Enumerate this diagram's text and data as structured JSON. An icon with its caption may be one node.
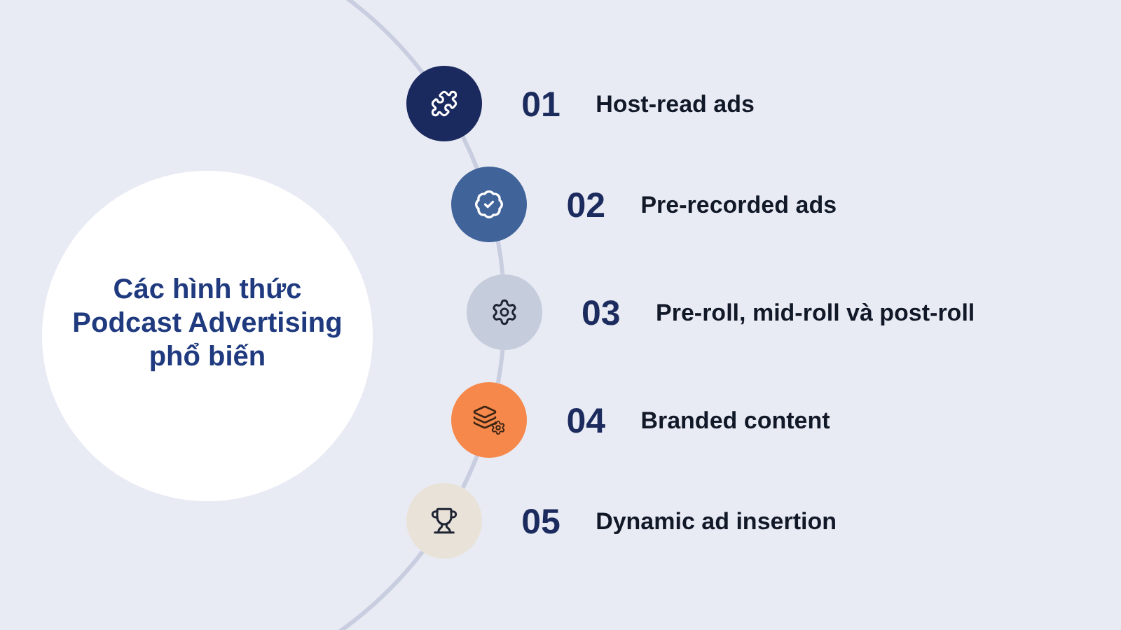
{
  "diagram": {
    "nodes": [
      {
        "text": [
          "Các hình thức Podcast Advertising phổ biến"
        ]
      },
      {
        "text": [],
        "shape": "circle",
        "beside": [
          "01",
          "Host-read ads"
        ]
      },
      {
        "text": [],
        "shape": "circle",
        "beside": [
          "02",
          "Pre-recorded ads"
        ]
      },
      {
        "text": [],
        "shape": "circle",
        "beside": [
          "03",
          "Pre-roll, mid-roll và post-roll"
        ]
      },
      {
        "text": [],
        "shape": "circle",
        "beside": [
          "04",
          "Branded content"
        ]
      },
      {
        "text": [],
        "shape": "circle",
        "beside": [
          "05",
          "Dynamic ad insertion"
        ]
      }
    ],
    "edges": [
      {
        "from": null,
        "to": 1,
        "arrow": "none"
      },
      {
        "from": 1,
        "to": 2,
        "arrow": "none"
      },
      {
        "from": 2,
        "to": 3,
        "arrow": "none"
      },
      {
        "from": 3,
        "to": 4,
        "arrow": "none"
      },
      {
        "from": 4,
        "to": 5,
        "arrow": "none"
      },
      {
        "from": 5,
        "to": null,
        "arrow": "none"
      }
    ]
  }
}
